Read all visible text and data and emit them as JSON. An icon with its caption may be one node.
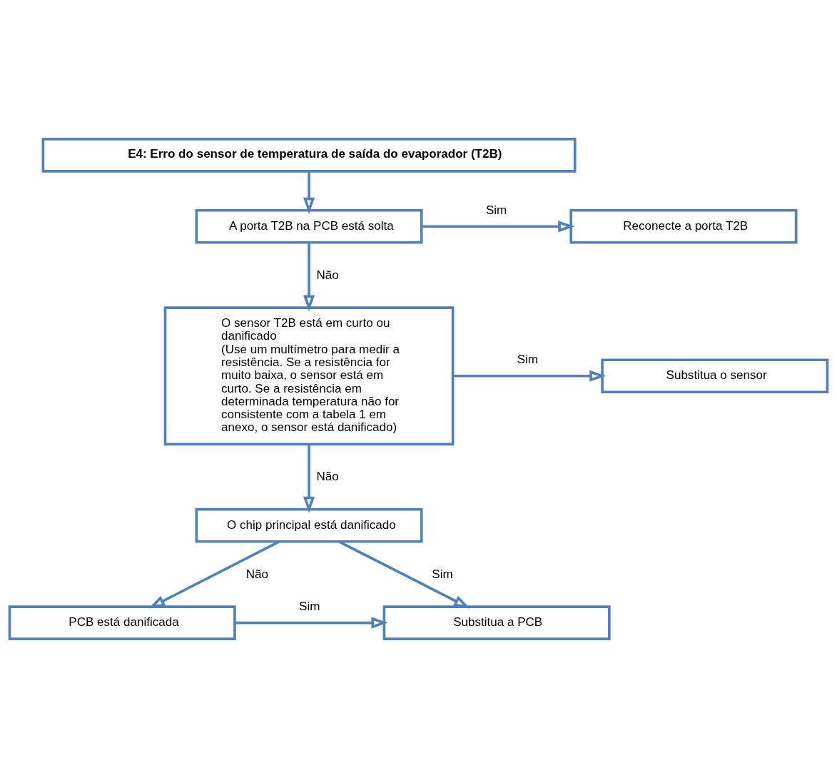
{
  "diagram": {
    "nodes": [
      {
        "text": [
          "E4: Erro do sensor de temperatura de saída do evaporador (T2B)"
        ]
      },
      {
        "text": [
          "A porta T2B na PCB está solta"
        ]
      },
      {
        "text": [
          "Reconecte a porta T2B"
        ]
      },
      {
        "text": [
          "O sensor T2B está em curto ou danificado",
          "(Use um multímetro para medir a resistência. Se a resistência for muito baixa, o sensor está em curto. Se a resistência em determinada temperatura não for consistente com a tabela 1 em anexo, o sensor está danificado)"
        ]
      },
      {
        "text": [
          "Substitua o sensor"
        ]
      },
      {
        "text": [
          "O chip principal está danificado"
        ]
      },
      {
        "text": [
          "PCB está danificada"
        ]
      },
      {
        "text": [
          "Substitua a PCB"
        ]
      }
    ],
    "edges": [
      {
        "from": 0,
        "to": 1,
        "arrow": "to"
      },
      {
        "from": 1,
        "to": 2,
        "arrow": "to",
        "label": "Sim"
      },
      {
        "from": 1,
        "to": 3,
        "arrow": "to",
        "label": "Não"
      },
      {
        "from": 3,
        "to": 4,
        "arrow": "to",
        "label": "Sim"
      },
      {
        "from": 3,
        "to": 5,
        "arrow": "to",
        "label": "Não"
      },
      {
        "from": 5,
        "to": 7,
        "arrow": "to",
        "label": "Sim"
      },
      {
        "from": 5,
        "to": 6,
        "arrow": "to",
        "label": "Não"
      },
      {
        "from": 6,
        "to": 7,
        "arrow": "to",
        "label": "Sim"
      }
    ]
  }
}
